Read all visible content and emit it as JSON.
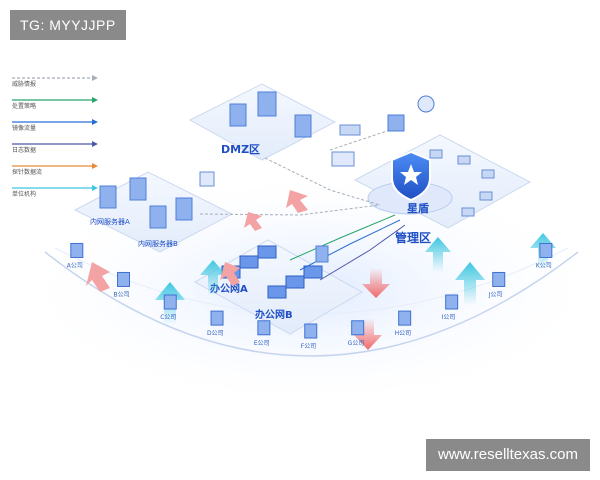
{
  "watermarks": {
    "top_left": "TG: MYYJJPP",
    "bottom_right": "www.reselltexas.com"
  },
  "legend": [
    {
      "label": "威胁情报",
      "color": "#a8aeb8",
      "style": "dashed"
    },
    {
      "label": "处置策略",
      "color": "#29a56a",
      "style": "solid"
    },
    {
      "label": "镜像流量",
      "color": "#2a6fd6",
      "style": "solid"
    },
    {
      "label": "日志数据",
      "color": "#4f58a8",
      "style": "solid"
    },
    {
      "label": "探针数据流",
      "color": "#e88a3a",
      "style": "solid"
    },
    {
      "label": "单位机构",
      "color": "#3fc7e0",
      "style": "solid"
    }
  ],
  "zones": {
    "dmz": "DMZ区",
    "management": "管理区",
    "internal_a": "内网服务器A",
    "internal_b": "内网服务器B",
    "office_a": "办公网A",
    "office_b": "办公网B"
  },
  "brand": "星盾",
  "companies": [
    "A公司",
    "B公司",
    "C公司",
    "D公司",
    "E公司",
    "F公司",
    "G公司",
    "H公司",
    "I公司",
    "J公司",
    "K公司"
  ],
  "colors": {
    "primary": "#2f6fe8",
    "accent_teal": "#3fc7e0",
    "accent_red": "#f06a6a"
  }
}
